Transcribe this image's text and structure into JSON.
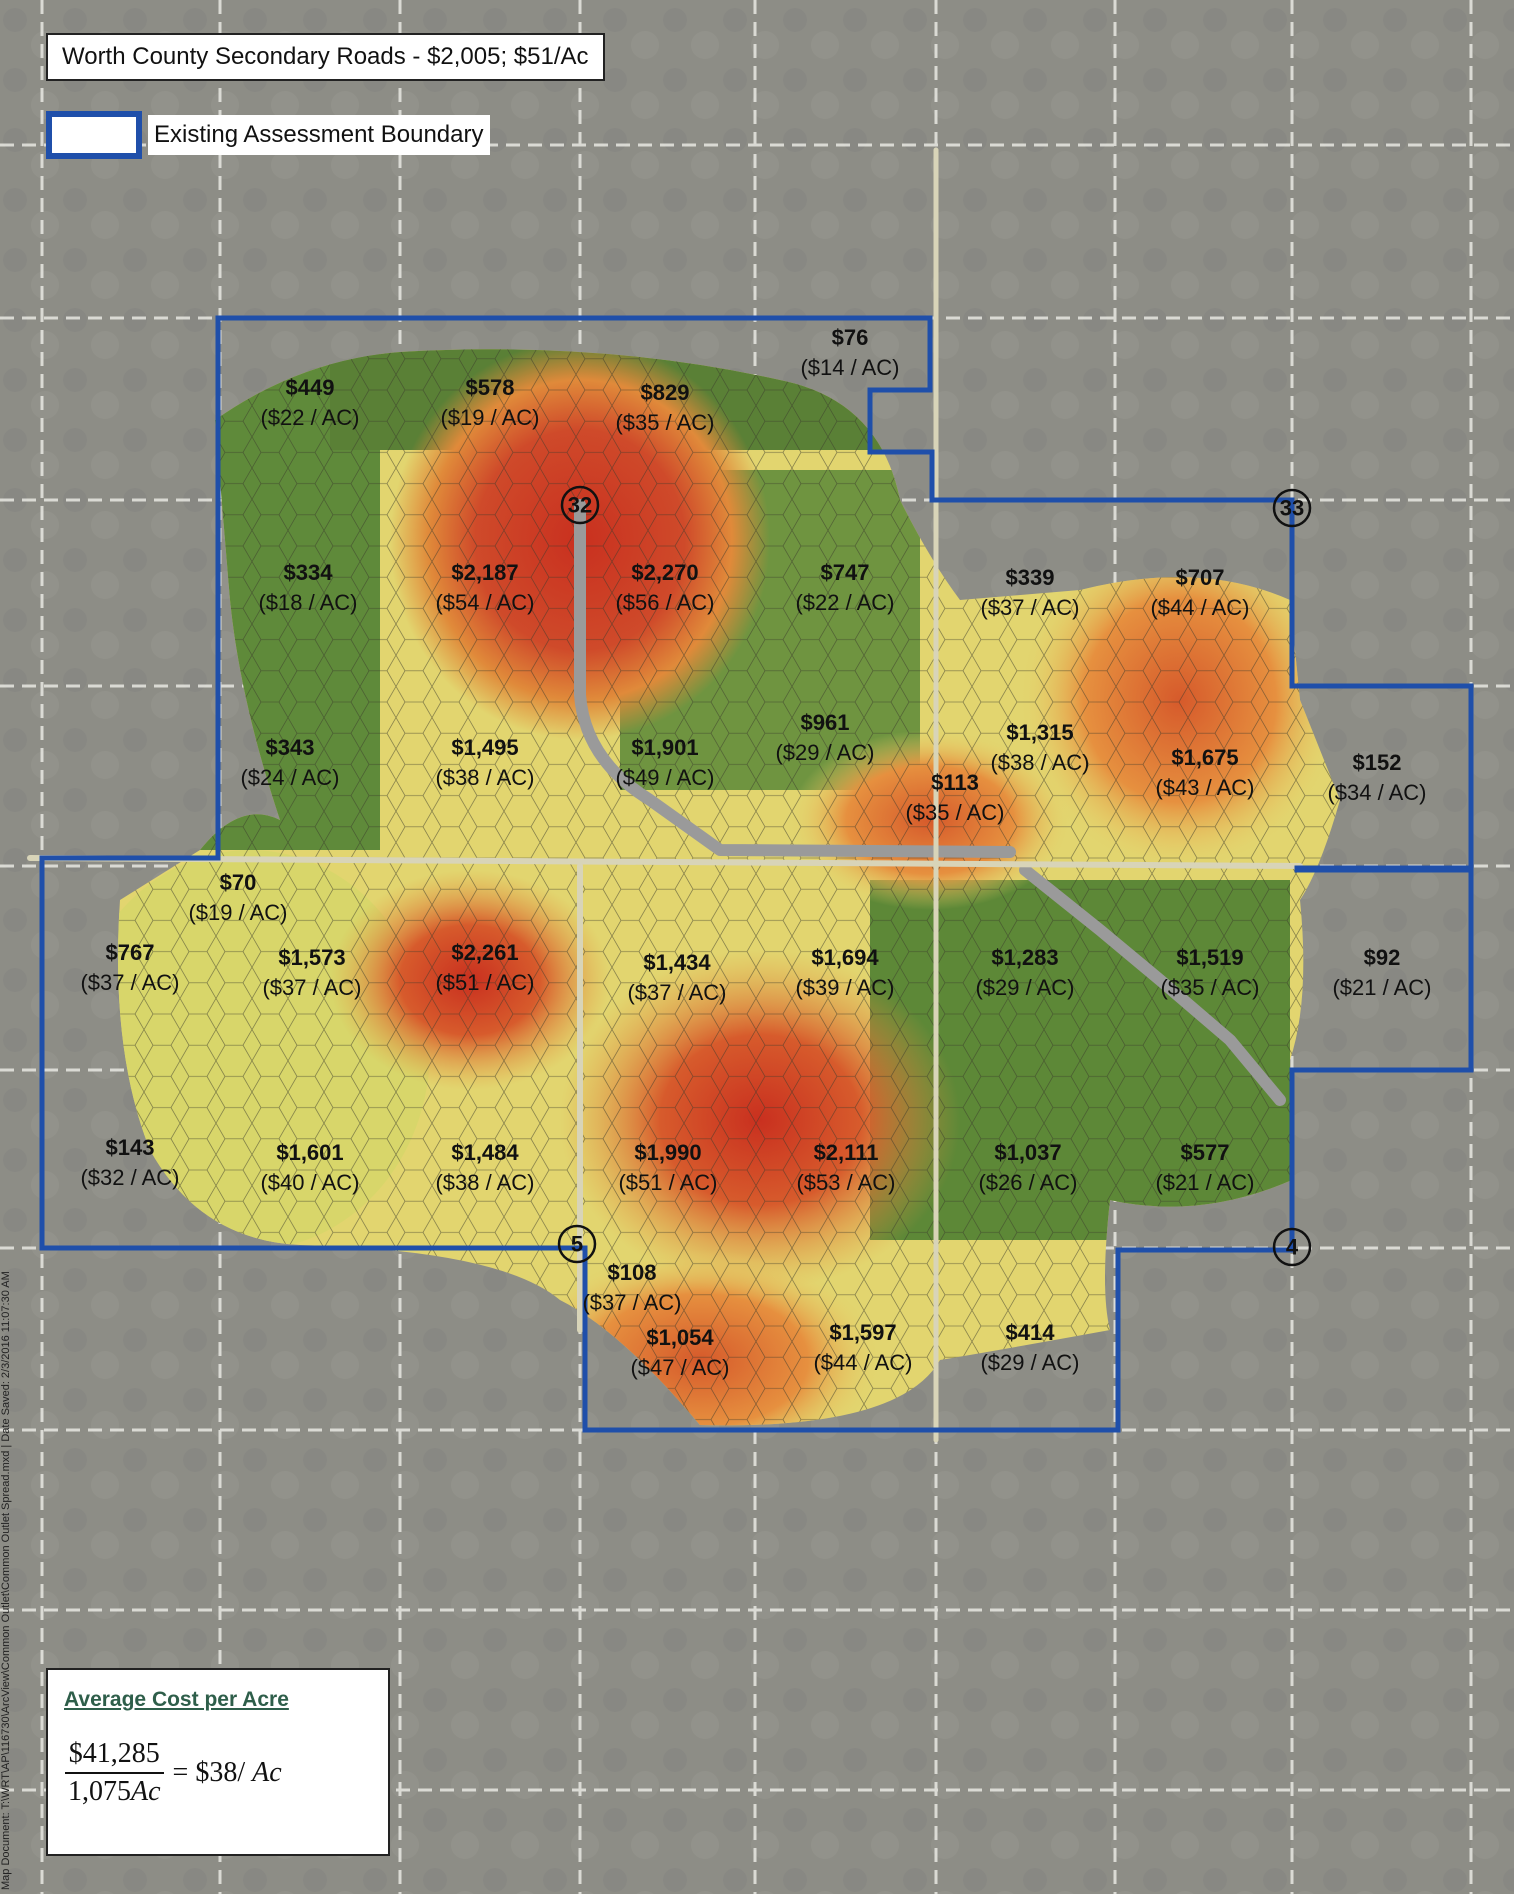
{
  "title": "Worth County Secondary Roads  - $2,005; $51/Ac",
  "legend": {
    "label": "Existing Assessment Boundary",
    "boundary_color": "#1f4faa"
  },
  "average": {
    "title": "Average Cost per Acre",
    "numerator": "$41,285",
    "denominator_value": "1,075",
    "denominator_unit": "Ac",
    "equals": "= $38/",
    "unit": "Ac"
  },
  "side_note": "Map Document: T:\\WRT\\AP\\116730\\ArcView\\Common Outlet\\Common Outlet Spread.mxd | Date Saved: 2/3/2016 11:07:30 AM",
  "section_markers": [
    "32",
    "33",
    "5",
    "4"
  ],
  "parcels": [
    {
      "amount": "$449",
      "per_acre": "($22 / AC)"
    },
    {
      "amount": "$578",
      "per_acre": "($19 / AC)"
    },
    {
      "amount": "$829",
      "per_acre": "($35 / AC)"
    },
    {
      "amount": "$76",
      "per_acre": "($14 / AC)"
    },
    {
      "amount": "$334",
      "per_acre": "($18 / AC)"
    },
    {
      "amount": "$2,187",
      "per_acre": "($54 / AC)"
    },
    {
      "amount": "$2,270",
      "per_acre": "($56 / AC)"
    },
    {
      "amount": "$747",
      "per_acre": "($22 / AC)"
    },
    {
      "amount": "$339",
      "per_acre": "($37 / AC)"
    },
    {
      "amount": "$707",
      "per_acre": "($44 / AC)"
    },
    {
      "amount": "$343",
      "per_acre": "($24 / AC)"
    },
    {
      "amount": "$1,495",
      "per_acre": "($38 / AC)"
    },
    {
      "amount": "$1,901",
      "per_acre": "($49 / AC)"
    },
    {
      "amount": "$961",
      "per_acre": "($29 / AC)"
    },
    {
      "amount": "$113",
      "per_acre": "($35 / AC)"
    },
    {
      "amount": "$1,315",
      "per_acre": "($38 / AC)"
    },
    {
      "amount": "$1,675",
      "per_acre": "($43 / AC)"
    },
    {
      "amount": "$152",
      "per_acre": "($34 / AC)"
    },
    {
      "amount": "$70",
      "per_acre": "($19 / AC)"
    },
    {
      "amount": "$767",
      "per_acre": "($37 / AC)"
    },
    {
      "amount": "$1,573",
      "per_acre": "($37 / AC)"
    },
    {
      "amount": "$2,261",
      "per_acre": "($51 / AC)"
    },
    {
      "amount": "$1,434",
      "per_acre": "($37 / AC)"
    },
    {
      "amount": "$1,694",
      "per_acre": "($39 / AC)"
    },
    {
      "amount": "$1,283",
      "per_acre": "($29 / AC)"
    },
    {
      "amount": "$1,519",
      "per_acre": "($35 / AC)"
    },
    {
      "amount": "$92",
      "per_acre": "($21 / AC)"
    },
    {
      "amount": "$143",
      "per_acre": "($32 / AC)"
    },
    {
      "amount": "$1,601",
      "per_acre": "($40 / AC)"
    },
    {
      "amount": "$1,484",
      "per_acre": "($38 / AC)"
    },
    {
      "amount": "$1,990",
      "per_acre": "($51 / AC)"
    },
    {
      "amount": "$2,111",
      "per_acre": "($53 / AC)"
    },
    {
      "amount": "$1,037",
      "per_acre": "($26 / AC)"
    },
    {
      "amount": "$577",
      "per_acre": "($21 / AC)"
    },
    {
      "amount": "$108",
      "per_acre": "($37 / AC)"
    },
    {
      "amount": "$1,054",
      "per_acre": "($47 / AC)"
    },
    {
      "amount": "$1,597",
      "per_acre": "($44 / AC)"
    },
    {
      "amount": "$414",
      "per_acre": "($29 / AC)"
    }
  ]
}
